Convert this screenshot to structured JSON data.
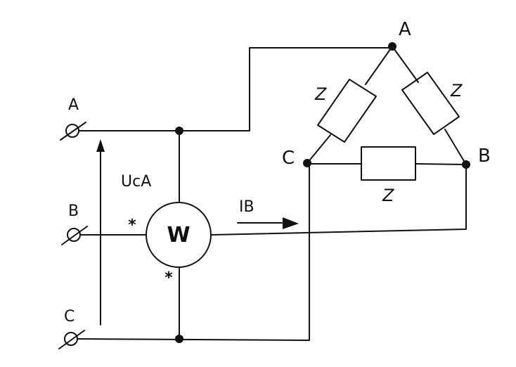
{
  "source": {
    "terminal_a": "A",
    "terminal_b": "B",
    "terminal_c": "C",
    "voltage_label": "UcA"
  },
  "wattmeter": {
    "symbol": "W",
    "current_marker": "*",
    "voltage_marker": "*"
  },
  "current": {
    "label": "IB"
  },
  "load": {
    "node_a": "A",
    "node_b": "B",
    "node_c": "C",
    "impedance_ac": "Z",
    "impedance_ab": "Z",
    "impedance_cb": "Z"
  }
}
